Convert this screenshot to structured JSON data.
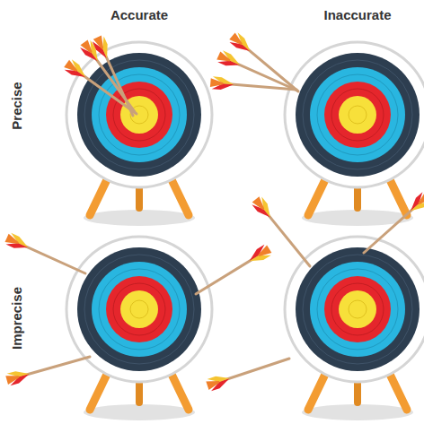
{
  "diagram": {
    "labels": [
      "Accurate",
      "Inaccurate",
      "Precise",
      "Imprecise"
    ]
  }
}
